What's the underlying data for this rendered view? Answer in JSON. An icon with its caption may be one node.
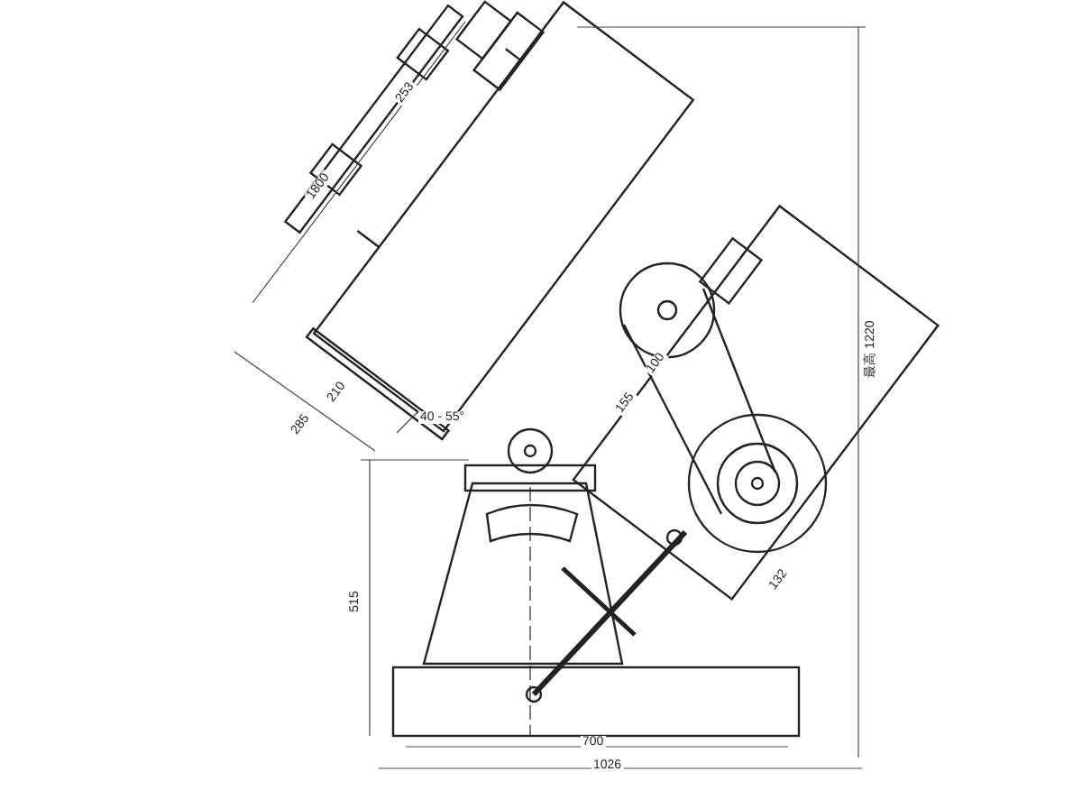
{
  "diagram": {
    "labels": [
      "253",
      "1800",
      "210",
      "285",
      "40 - 55°",
      "155",
      "100",
      "最高 1220",
      "132",
      "515",
      "700",
      "1026"
    ]
  }
}
